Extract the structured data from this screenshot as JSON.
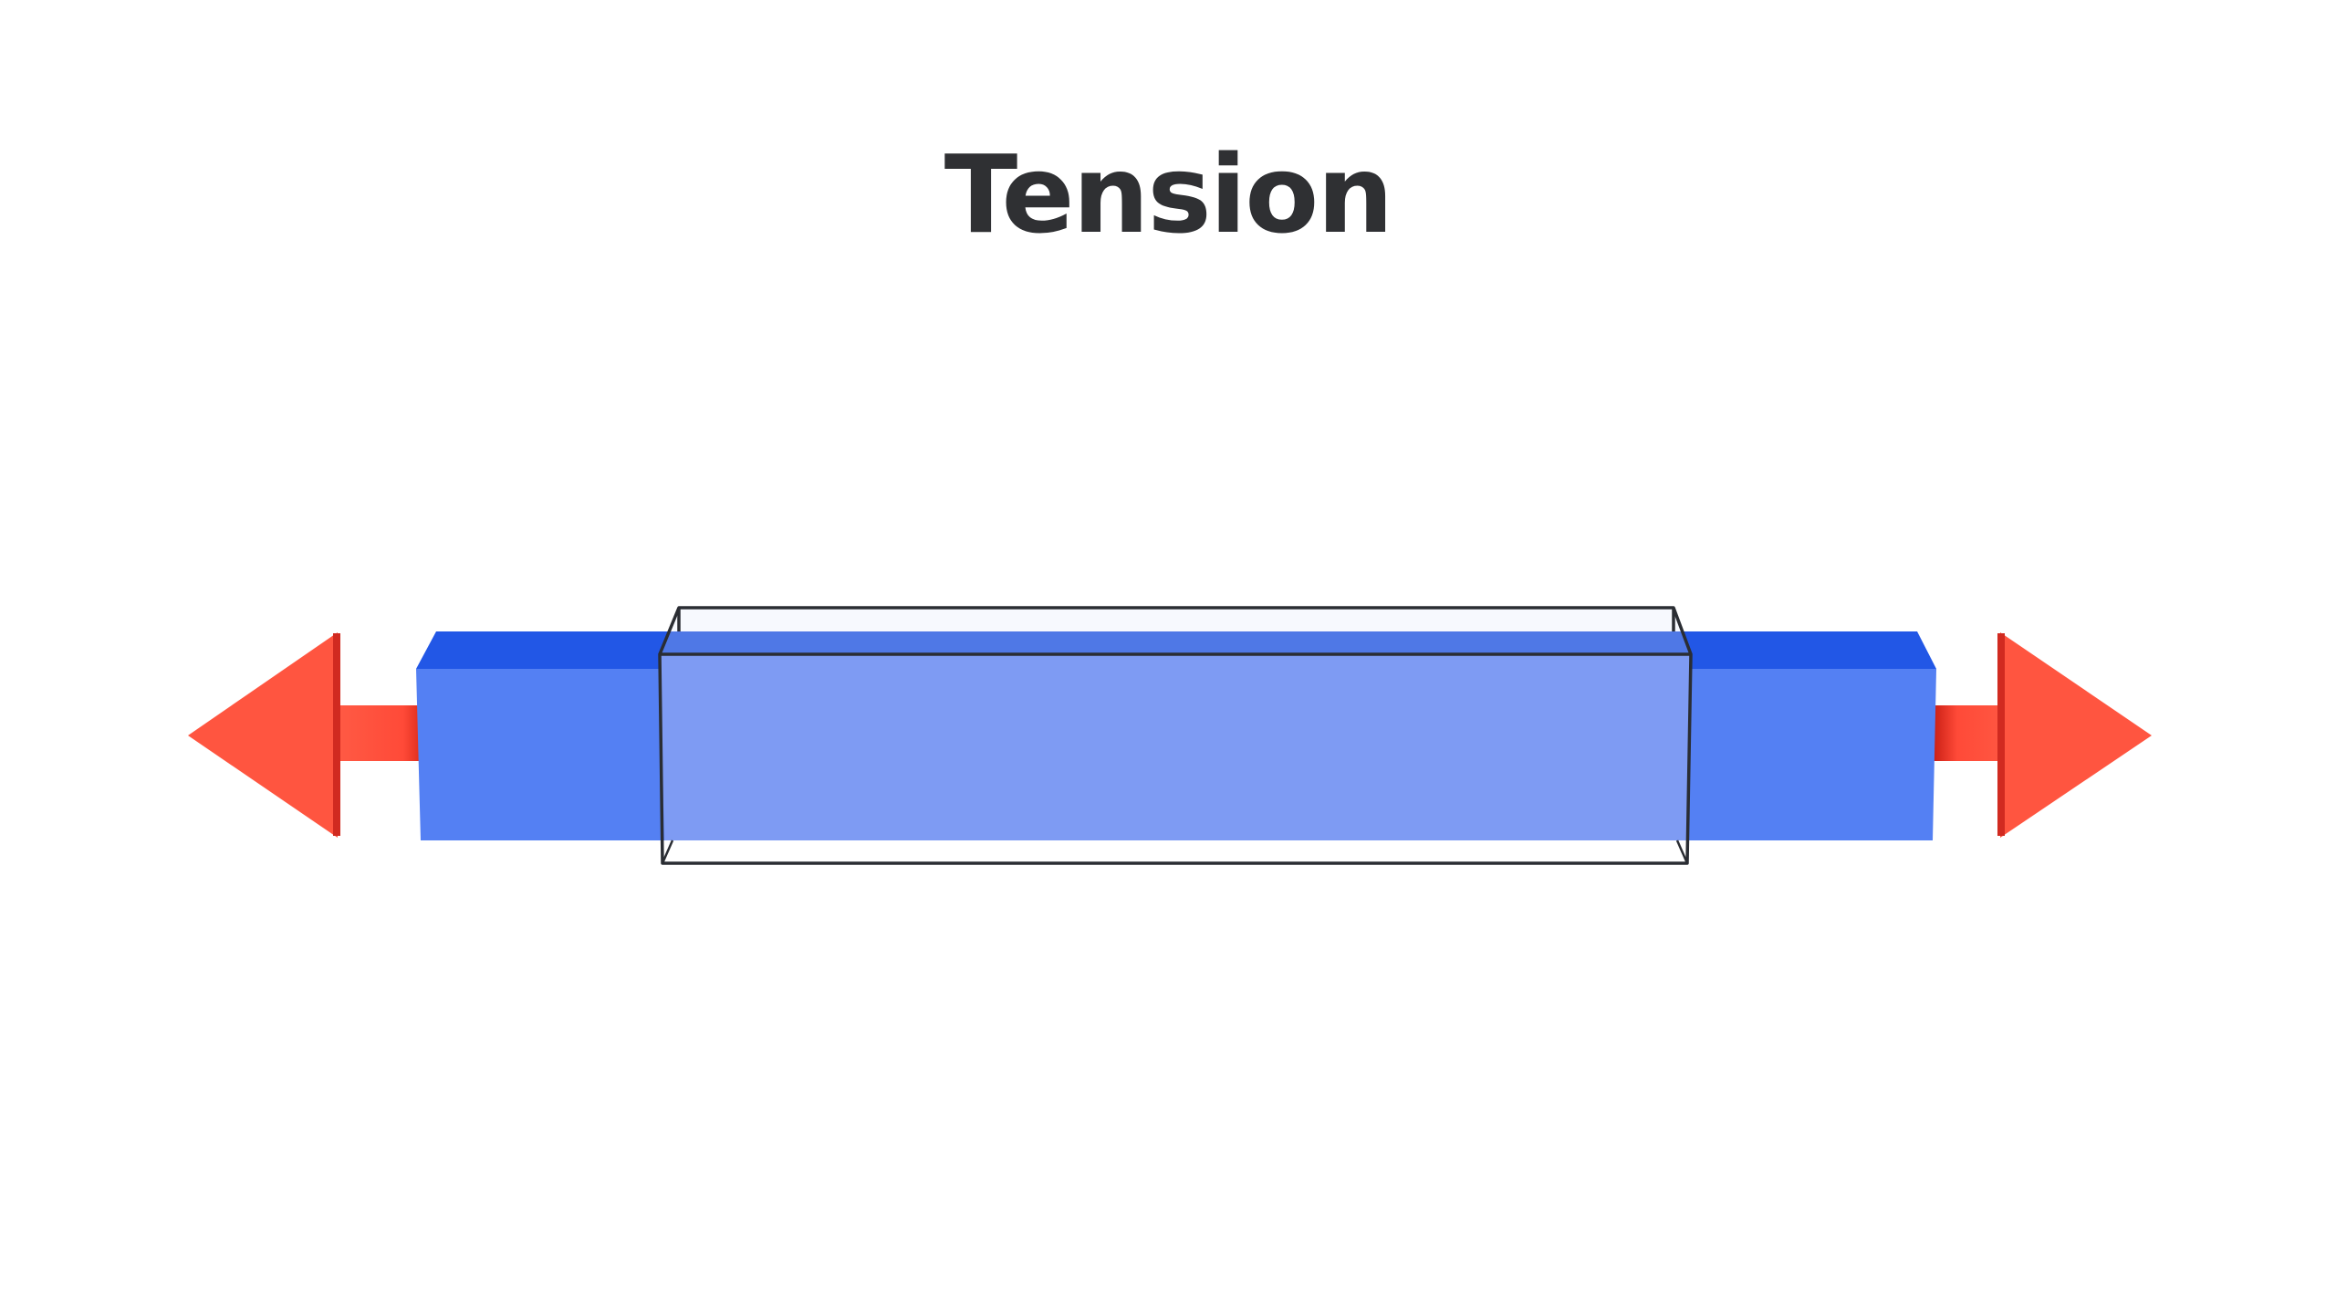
{
  "title": "Tension",
  "colors": {
    "title_text": "#2f3033",
    "bar_front": "#5480f3",
    "bar_top": "#2257e6",
    "bar_front_faded": "#7e9bf3",
    "outline": "#2a2d33",
    "arrow": "#ff5540",
    "arrow_shadow": "#d12a20"
  },
  "diagram": {
    "bar": "blue-rectangular-bar",
    "original_outline": "wireframe-box-outline",
    "forces": [
      "left-pull-arrow",
      "right-pull-arrow"
    ]
  }
}
